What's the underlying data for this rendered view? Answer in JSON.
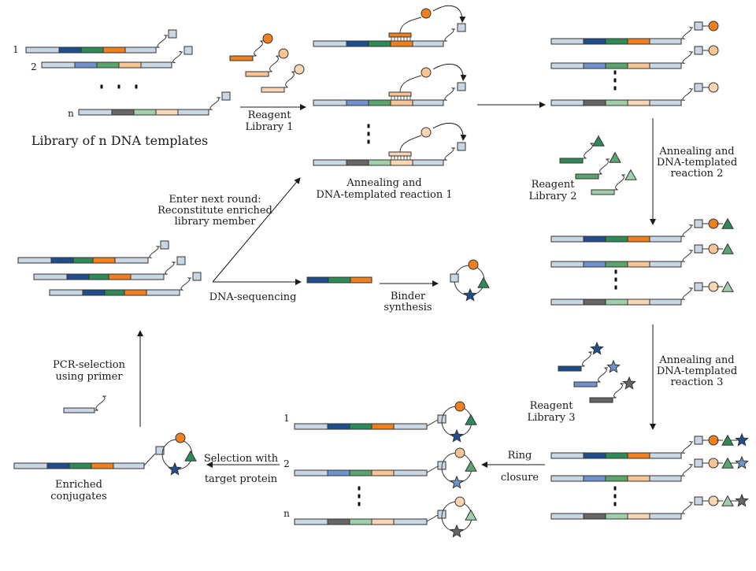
{
  "title_library": "Library of n DNA templates",
  "reagent_library_1": [
    "Reagent",
    "Library 1"
  ],
  "annealing_1": [
    "Annealing and",
    "DNA-templated reaction 1"
  ],
  "annealing_2": [
    "Annealing and",
    "DNA-templated",
    "reaction 2"
  ],
  "annealing_3": [
    "Annealing and",
    "DNA-templated",
    "reaction 3"
  ],
  "reagent_library_2": [
    "Reagent",
    "Library 2"
  ],
  "reagent_library_3": [
    "Reagent",
    "Library 3"
  ],
  "enter_next_round": [
    "Enter next round:",
    "Reconstitute enriched",
    "library member"
  ],
  "dna_sequencing": "DNA-sequencing",
  "binder_synthesis": [
    "Binder",
    "synthesis"
  ],
  "ring_closure": [
    "Ring",
    "closure"
  ],
  "selection": [
    "Selection with",
    "target protein"
  ],
  "pcr_selection": [
    "PCR-selection",
    "using primer"
  ],
  "enriched_conjugates": [
    "Enriched",
    "conjugates"
  ],
  "index_labels": [
    "1",
    "2",
    "n"
  ],
  "colors": {
    "backbone": "#c9d6e3",
    "dark_blue": "#1f4e8c",
    "light_blue": "#6f93cf",
    "dark_gray": "#666666",
    "dark_green": "#2e8b57",
    "med_green": "#5aa46e",
    "light_green": "#9fcfaa",
    "orange": "#f07f1e",
    "light_orange": "#f7c493",
    "pale_orange": "#fad5b4",
    "square": "#c9d6e3"
  }
}
